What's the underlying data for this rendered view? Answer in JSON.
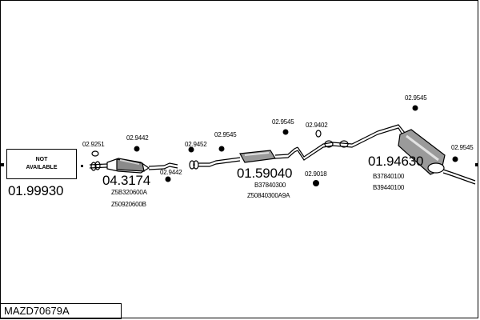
{
  "not_available": "NOT\nAVAILABLE",
  "part_code": "MAZD70679A",
  "assemblies": [
    {
      "id": "01.99930"
    },
    {
      "id": "04.3174",
      "refs": [
        "Z5B320600A",
        "Z50920600B"
      ]
    },
    {
      "id": "01.59040",
      "refs": [
        "B37840300",
        "Z50840300A9A"
      ]
    },
    {
      "id": "01.94630",
      "refs": [
        "B37840100",
        "B39440100"
      ]
    }
  ],
  "small_parts": [
    "02.9251",
    "02.9442",
    "02.9442",
    "02.9452",
    "02.9545",
    "02.9545",
    "02.9018",
    "02.9402",
    "02.9545",
    "02.9545"
  ]
}
